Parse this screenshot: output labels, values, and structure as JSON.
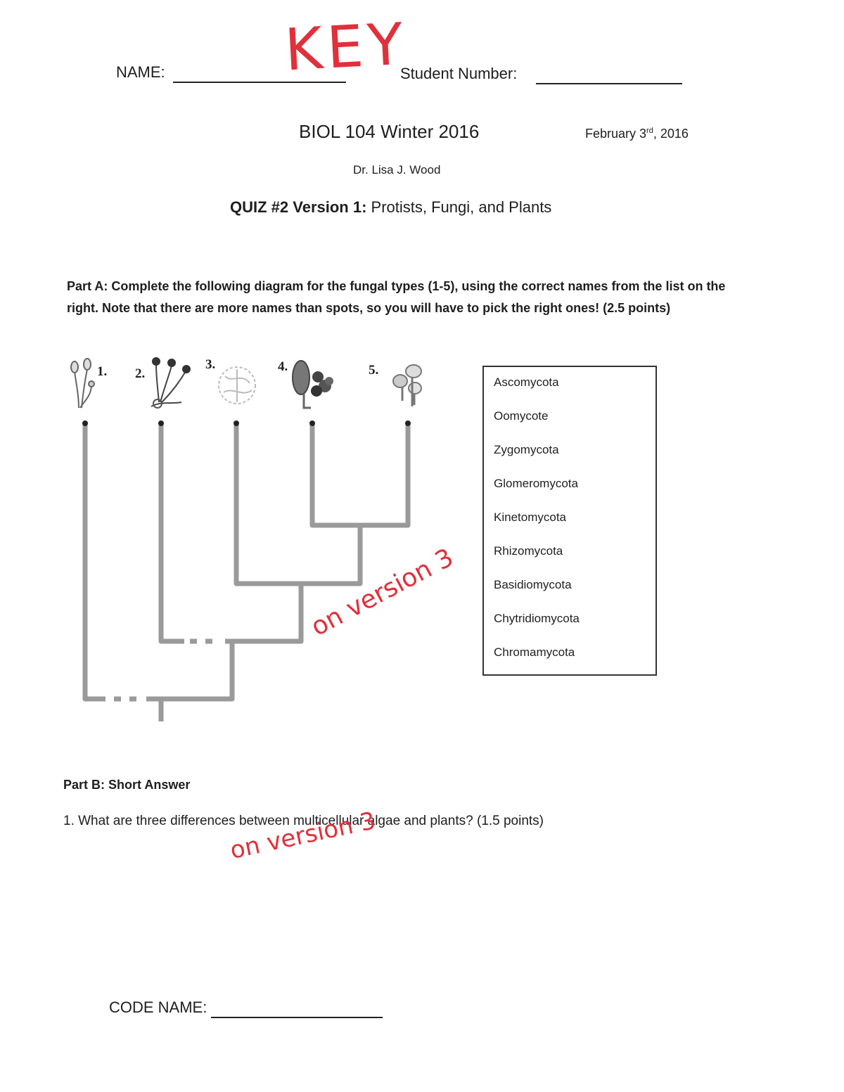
{
  "header": {
    "name_label": "NAME:",
    "name_value": "KEY",
    "student_number_label": "Student Number:"
  },
  "course": {
    "title": "BIOL 104 Winter 2016",
    "date_main": "February 3",
    "date_suffix": "rd",
    "date_year": ", 2016",
    "instructor": "Dr. Lisa J. Wood",
    "quiz_bold": "QUIZ #2 Version 1:",
    "quiz_rest": " Protists, Fungi, and Plants"
  },
  "part_a": {
    "instructions": "Part A: Complete the following diagram for the fungal types (1-5), using the correct names from the list on the right. Note that there are more names than spots, so you will have to pick the right ones! (2.5 points)",
    "labels": [
      "1.",
      "2.",
      "3.",
      "4.",
      "5."
    ],
    "names": [
      "Ascomycota",
      "Oomycote",
      "Zygomycota",
      "Glomeromycota",
      "Kinetomycota",
      "Rhizomycota",
      "Basidiomycota",
      "Chytridiomycota",
      "Chromamycota"
    ],
    "handwritten_note": "on version 3"
  },
  "part_b": {
    "heading": "Part B: Short Answer",
    "question_1": "1. What are three differences between multicellular algae and plants? (1.5 points)",
    "handwritten_note": "on version 3"
  },
  "footer": {
    "code_name_label": "CODE NAME:"
  },
  "colors": {
    "ink": "#1e1e1e",
    "red_pen": "#e0303a",
    "tree": "#9a9a9a"
  }
}
